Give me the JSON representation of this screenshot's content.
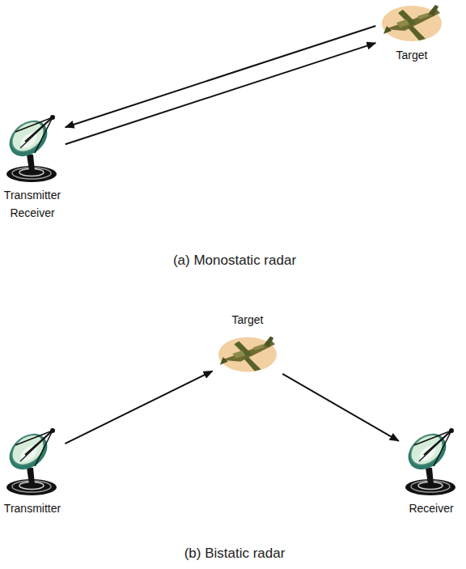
{
  "diagram": {
    "nodes": [
      {
        "text": [
          "Target"
        ]
      },
      {
        "text": [
          "Transmitter Receiver"
        ]
      },
      {
        "text": [
          "Target"
        ]
      },
      {
        "text": [
          "Transmitter"
        ]
      },
      {
        "text": [
          "Receiver"
        ]
      }
    ],
    "edges": [
      {
        "from": 1,
        "to": 0,
        "arrow": "to"
      },
      {
        "from": 0,
        "to": 1,
        "arrow": "to"
      },
      {
        "from": 3,
        "to": 2,
        "arrow": "to"
      },
      {
        "from": 2,
        "to": 4,
        "arrow": "to"
      }
    ],
    "labels": [
      "(a) Monostatic radar",
      "(b) Bistatic radar"
    ]
  }
}
